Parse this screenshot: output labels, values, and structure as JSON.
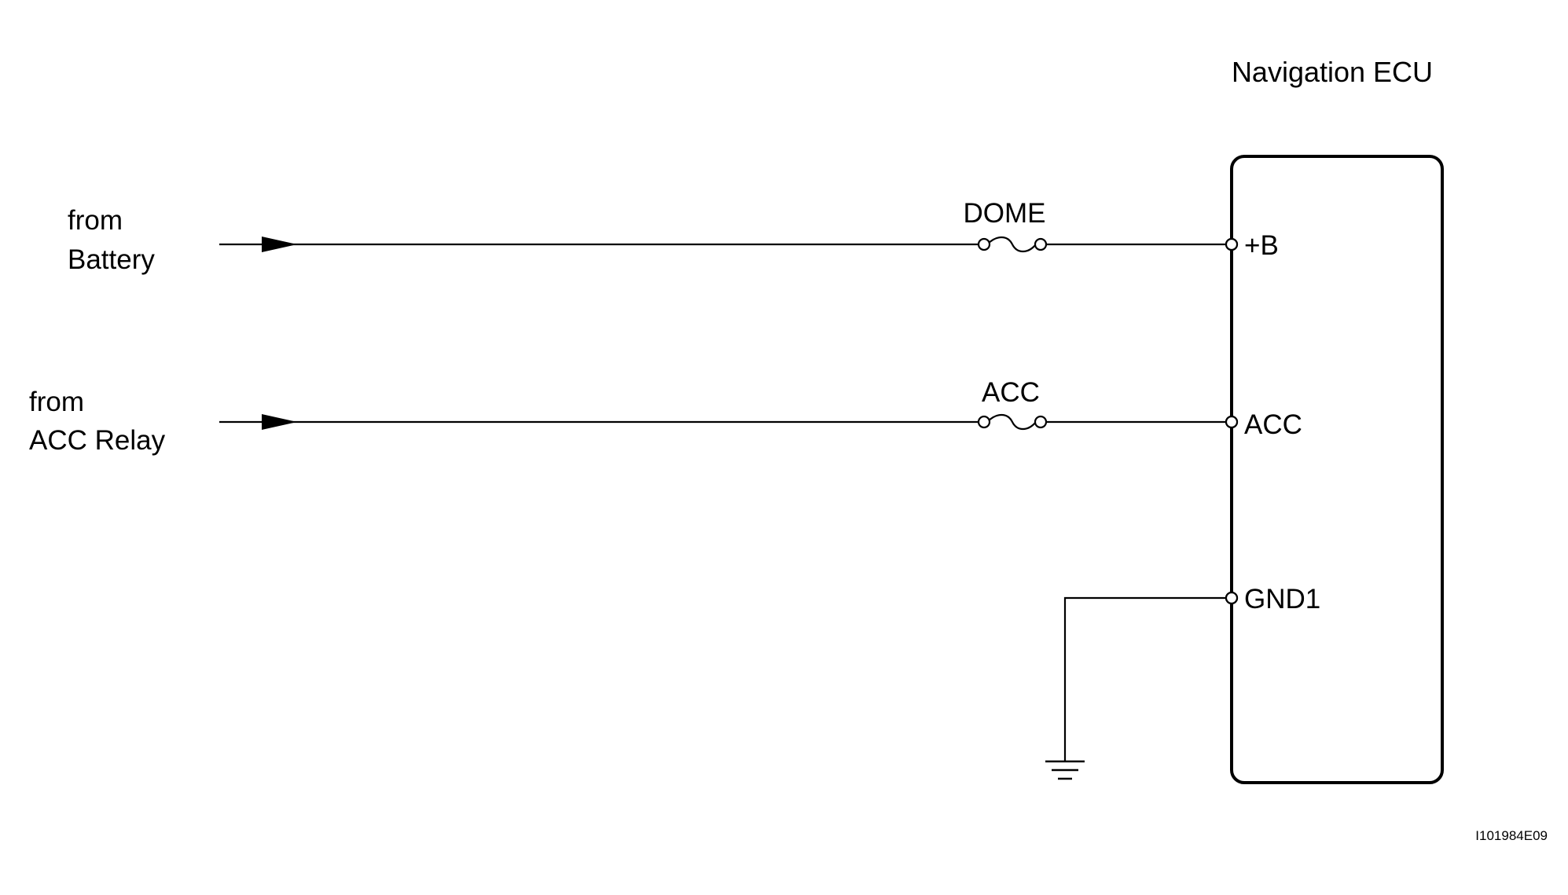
{
  "ecu": {
    "title": "Navigation ECU",
    "pins": {
      "b": "+B",
      "acc": "ACC",
      "gnd1": "GND1"
    }
  },
  "sources": {
    "battery": {
      "line1": "from",
      "line2": "Battery"
    },
    "acc_relay": {
      "line1": "from",
      "line2": "ACC Relay"
    }
  },
  "fuses": {
    "dome": "DOME",
    "acc": "ACC"
  },
  "figure_code": "I101984E09"
}
